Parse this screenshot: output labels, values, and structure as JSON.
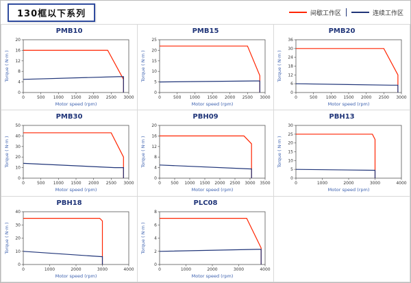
{
  "page": {
    "series_title": "130框以下系列"
  },
  "legend": {
    "items": [
      {
        "label": "间歇工作区",
        "color": "#ff2400"
      },
      {
        "label": "连续工作区",
        "color": "#1f3478"
      }
    ]
  },
  "chart_data": [
    {
      "type": "line",
      "title": "PMB10",
      "xlabel": "Motor speed (rpm)",
      "ylabel": "Torque ( N·m )",
      "xlim": [
        0,
        3000
      ],
      "ylim": [
        0,
        20
      ],
      "xticks": [
        0,
        500,
        1000,
        1500,
        2000,
        2500,
        3000
      ],
      "yticks": [
        0,
        4,
        8,
        12,
        16,
        20
      ],
      "series": [
        {
          "name": "间歇工作区",
          "color": "#ff2400",
          "points": [
            [
              0,
              16
            ],
            [
              2400,
              16
            ],
            [
              2850,
              5
            ],
            [
              2850,
              0
            ]
          ]
        },
        {
          "name": "连续工作区",
          "color": "#1f3478",
          "points": [
            [
              0,
              5
            ],
            [
              2700,
              6
            ],
            [
              2850,
              6
            ],
            [
              2850,
              0
            ]
          ]
        }
      ]
    },
    {
      "type": "line",
      "title": "PMB15",
      "xlabel": "Motor speed (rpm)",
      "ylabel": "Torque ( N·m )",
      "xlim": [
        0,
        3000
      ],
      "ylim": [
        0,
        25
      ],
      "xticks": [
        0,
        500,
        1000,
        1500,
        2000,
        2500,
        3000
      ],
      "yticks": [
        0,
        5,
        10,
        15,
        20,
        25
      ],
      "series": [
        {
          "name": "间歇工作区",
          "color": "#ff2400",
          "points": [
            [
              0,
              22
            ],
            [
              2500,
              22
            ],
            [
              2850,
              8
            ],
            [
              2850,
              0
            ]
          ]
        },
        {
          "name": "连续工作区",
          "color": "#1f3478",
          "points": [
            [
              0,
              5
            ],
            [
              2700,
              5.5
            ],
            [
              2850,
              5.5
            ],
            [
              2850,
              0
            ]
          ]
        }
      ]
    },
    {
      "type": "line",
      "title": "PMB20",
      "xlabel": "Motor speed (rpm)",
      "ylabel": "Torque ( N·m )",
      "xlim": [
        0,
        3000
      ],
      "ylim": [
        0,
        36
      ],
      "xticks": [
        0,
        500,
        1000,
        1500,
        2000,
        2500,
        3000
      ],
      "yticks": [
        0,
        6,
        12,
        18,
        24,
        30,
        36
      ],
      "series": [
        {
          "name": "间歇工作区",
          "color": "#ff2400",
          "points": [
            [
              0,
              30
            ],
            [
              2500,
              30
            ],
            [
              2900,
              12
            ],
            [
              2900,
              0
            ]
          ]
        },
        {
          "name": "连续工作区",
          "color": "#1f3478",
          "points": [
            [
              0,
              6
            ],
            [
              2700,
              5
            ],
            [
              2900,
              5
            ],
            [
              2900,
              0
            ]
          ]
        }
      ]
    },
    {
      "type": "line",
      "title": "PMB30",
      "xlabel": "Motor speed (rpm)",
      "ylabel": "Torque ( N·m )",
      "xlim": [
        0,
        3000
      ],
      "ylim": [
        0,
        50
      ],
      "xticks": [
        0,
        500,
        1000,
        1500,
        2000,
        2500,
        3000
      ],
      "yticks": [
        0,
        10,
        20,
        30,
        40,
        50
      ],
      "series": [
        {
          "name": "间歇工作区",
          "color": "#ff2400",
          "points": [
            [
              0,
              43
            ],
            [
              2500,
              43
            ],
            [
              2850,
              20
            ],
            [
              2850,
              0
            ]
          ]
        },
        {
          "name": "连续工作区",
          "color": "#1f3478",
          "points": [
            [
              0,
              14
            ],
            [
              2600,
              10
            ],
            [
              2850,
              10
            ],
            [
              2850,
              0
            ]
          ]
        }
      ]
    },
    {
      "type": "line",
      "title": "PBH09",
      "xlabel": "Motor speed (rpm)",
      "ylabel": "Torque ( N·m )",
      "xlim": [
        0,
        3500
      ],
      "ylim": [
        0,
        20
      ],
      "xticks": [
        0,
        500,
        1000,
        1500,
        2000,
        2500,
        3000,
        3500
      ],
      "yticks": [
        0,
        4,
        8,
        12,
        16,
        20
      ],
      "series": [
        {
          "name": "间歇工作区",
          "color": "#ff2400",
          "points": [
            [
              0,
              16
            ],
            [
              2800,
              16
            ],
            [
              3050,
              13
            ],
            [
              3050,
              0
            ]
          ]
        },
        {
          "name": "连续工作区",
          "color": "#1f3478",
          "points": [
            [
              0,
              5
            ],
            [
              3000,
              3.5
            ],
            [
              3050,
              3.5
            ],
            [
              3050,
              0
            ]
          ]
        }
      ]
    },
    {
      "type": "line",
      "title": "PBH13",
      "xlabel": "Motor speed (rpm)",
      "ylabel": "Torque ( N·m )",
      "xlim": [
        0,
        4000
      ],
      "ylim": [
        0,
        30
      ],
      "xticks": [
        0,
        1000,
        2000,
        3000,
        4000
      ],
      "yticks": [
        0,
        5,
        10,
        15,
        20,
        25,
        30
      ],
      "series": [
        {
          "name": "间歇工作区",
          "color": "#ff2400",
          "points": [
            [
              0,
              25
            ],
            [
              2900,
              25
            ],
            [
              3000,
              22
            ],
            [
              3000,
              0
            ]
          ]
        },
        {
          "name": "连续工作区",
          "color": "#1f3478",
          "points": [
            [
              0,
              5
            ],
            [
              2950,
              4.5
            ],
            [
              3000,
              4.5
            ],
            [
              3000,
              0
            ]
          ]
        }
      ]
    },
    {
      "type": "line",
      "title": "PBH18",
      "xlabel": "Motor speed (rpm)",
      "ylabel": "Torque ( N·m )",
      "xlim": [
        0,
        4000
      ],
      "ylim": [
        0,
        40
      ],
      "xticks": [
        0,
        1000,
        2000,
        3000,
        4000
      ],
      "yticks": [
        0,
        10,
        20,
        30,
        40
      ],
      "series": [
        {
          "name": "间歇工作区",
          "color": "#ff2400",
          "points": [
            [
              0,
              35
            ],
            [
              2900,
              35
            ],
            [
              3000,
              33
            ],
            [
              3000,
              0
            ]
          ]
        },
        {
          "name": "连续工作区",
          "color": "#1f3478",
          "points": [
            [
              0,
              10
            ],
            [
              2950,
              6
            ],
            [
              3000,
              6
            ],
            [
              3000,
              0
            ]
          ]
        }
      ]
    },
    {
      "type": "line",
      "title": "PLC08",
      "xlabel": "Motor speed (rpm)",
      "ylabel": "Torque ( N·m )",
      "xlim": [
        0,
        4000
      ],
      "ylim": [
        0,
        8
      ],
      "xticks": [
        0,
        1000,
        2000,
        3000,
        4000
      ],
      "yticks": [
        0,
        2,
        4,
        6,
        8
      ],
      "series": [
        {
          "name": "间歇工作区",
          "color": "#ff2400",
          "points": [
            [
              0,
              7
            ],
            [
              3300,
              7
            ],
            [
              3850,
              2.5
            ],
            [
              3850,
              0
            ]
          ]
        },
        {
          "name": "连续工作区",
          "color": "#1f3478",
          "points": [
            [
              0,
              2
            ],
            [
              3700,
              2.3
            ],
            [
              3850,
              2.3
            ],
            [
              3850,
              0
            ]
          ]
        }
      ]
    }
  ]
}
